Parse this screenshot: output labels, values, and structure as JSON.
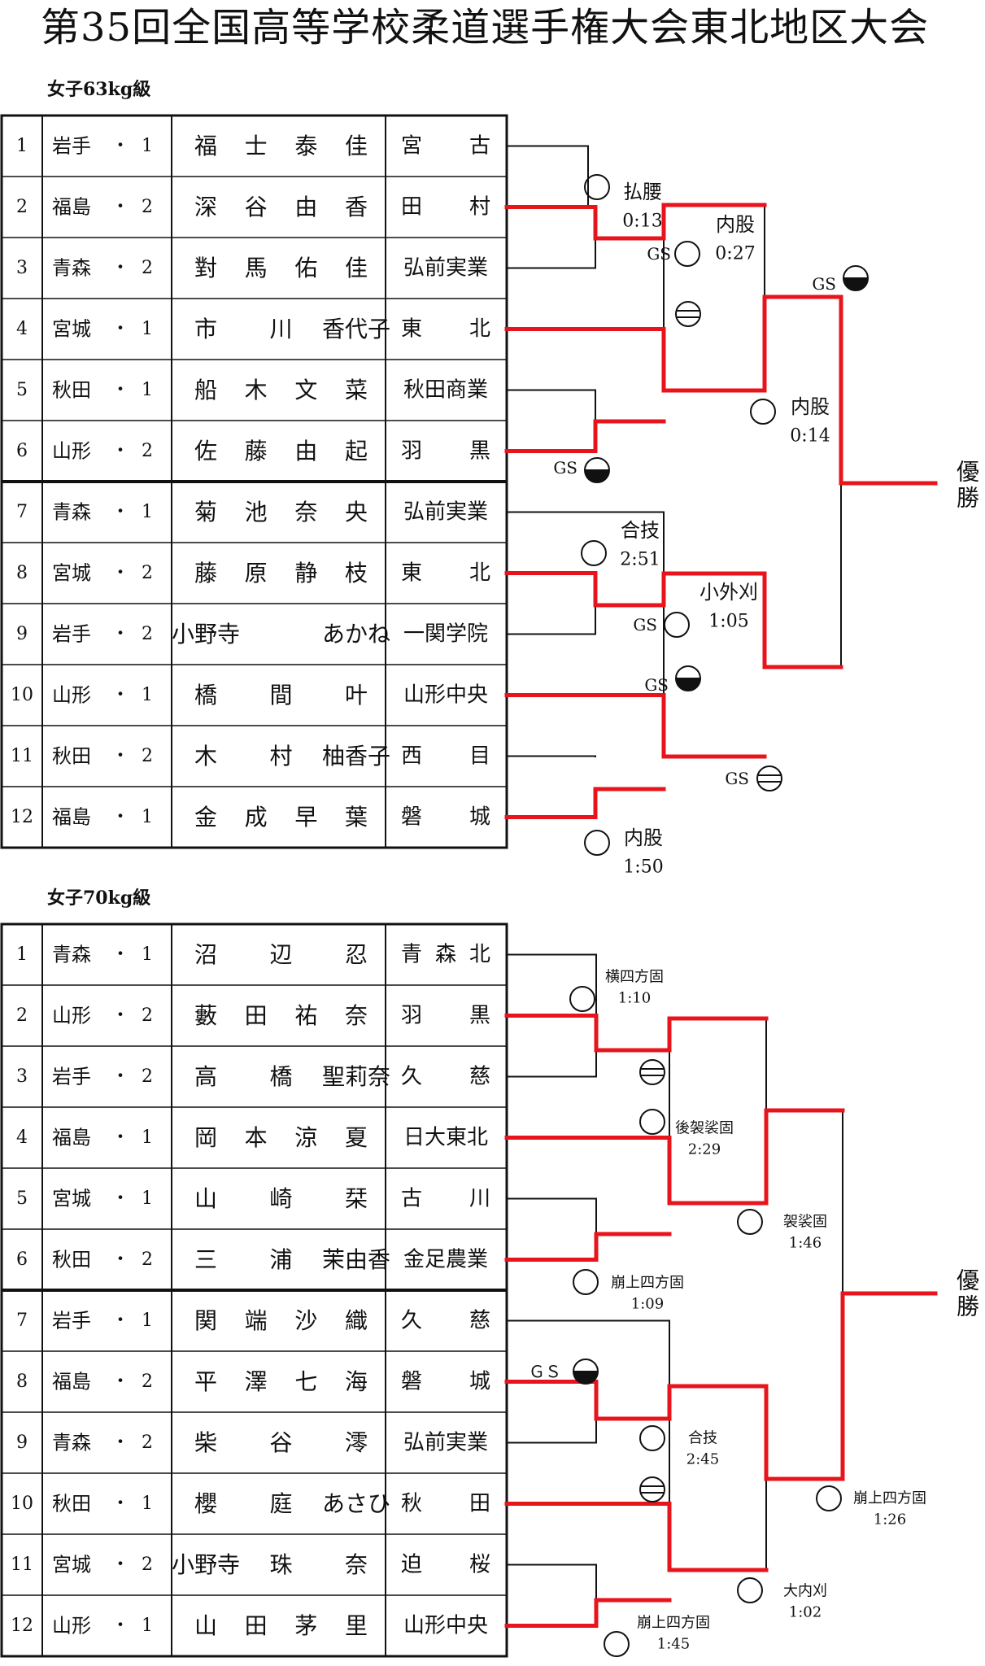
{
  "title": "第35回全国高等学校柔道選手権大会東北地区大会",
  "winner_label": "優\n勝",
  "sections": [
    {
      "label": "女子63kg級",
      "entries": [
        {
          "no": "1",
          "pref": "岩手",
          "grade": "1",
          "name": [
            "福",
            "士",
            "泰",
            "佳"
          ],
          "school": [
            "宮",
            "古"
          ]
        },
        {
          "no": "2",
          "pref": "福島",
          "grade": "2",
          "name": [
            "深",
            "谷",
            "由",
            "香"
          ],
          "school": [
            "田",
            "村"
          ]
        },
        {
          "no": "3",
          "pref": "青森",
          "grade": "2",
          "name": [
            "對",
            "馬",
            "佑",
            "佳"
          ],
          "school": [
            "弘前実業"
          ]
        },
        {
          "no": "4",
          "pref": "宮城",
          "grade": "1",
          "name": [
            "市",
            "川",
            "香代子"
          ],
          "school": [
            "東",
            "北"
          ]
        },
        {
          "no": "5",
          "pref": "秋田",
          "grade": "1",
          "name": [
            "船",
            "木",
            "文",
            "菜"
          ],
          "school": [
            "秋田商業"
          ]
        },
        {
          "no": "6",
          "pref": "山形",
          "grade": "2",
          "name": [
            "佐",
            "藤",
            "由",
            "起"
          ],
          "school": [
            "羽",
            "黒"
          ]
        },
        {
          "no": "7",
          "pref": "青森",
          "grade": "1",
          "name": [
            "菊",
            "池",
            "奈",
            "央"
          ],
          "school": [
            "弘前実業"
          ]
        },
        {
          "no": "8",
          "pref": "宮城",
          "grade": "2",
          "name": [
            "藤",
            "原",
            "静",
            "枝"
          ],
          "school": [
            "東",
            "北"
          ]
        },
        {
          "no": "9",
          "pref": "岩手",
          "grade": "2",
          "name": [
            "小野寺",
            "あかね"
          ],
          "school": [
            "一関学院"
          ]
        },
        {
          "no": "10",
          "pref": "山形",
          "grade": "1",
          "name": [
            "橋",
            "間",
            "叶"
          ],
          "school": [
            "山形中央"
          ]
        },
        {
          "no": "11",
          "pref": "秋田",
          "grade": "2",
          "name": [
            "木",
            "村",
            "柚香子"
          ],
          "school": [
            "西",
            "目"
          ]
        },
        {
          "no": "12",
          "pref": "福島",
          "grade": "1",
          "name": [
            "金",
            "成",
            "早",
            "葉"
          ],
          "school": [
            "磐",
            "城"
          ]
        }
      ],
      "results": [
        {
          "technique": "払腰",
          "time": "0:13",
          "symbol": "circle",
          "gs": ""
        },
        {
          "technique": "内股",
          "time": "0:27",
          "symbol": "circle",
          "gs": "GS"
        },
        {
          "technique": "",
          "time": "",
          "symbol": "minus",
          "gs": ""
        },
        {
          "technique": "内股",
          "time": "0:14",
          "symbol": "circle",
          "gs": ""
        },
        {
          "technique": "",
          "time": "",
          "symbol": "half",
          "gs": "GS"
        },
        {
          "technique": "",
          "time": "",
          "symbol": "half",
          "gs": "GS"
        },
        {
          "technique": "合技",
          "time": "2:51",
          "symbol": "circle",
          "gs": ""
        },
        {
          "technique": "小外刈",
          "time": "1:05",
          "symbol": "circle",
          "gs": "GS"
        },
        {
          "technique": "",
          "time": "",
          "symbol": "half",
          "gs": "GS"
        },
        {
          "technique": "",
          "time": "",
          "symbol": "minus",
          "gs": "GS"
        },
        {
          "technique": "内股",
          "time": "1:50",
          "symbol": "circle",
          "gs": ""
        }
      ]
    },
    {
      "label": "女子70kg級",
      "entries": [
        {
          "no": "1",
          "pref": "青森",
          "grade": "1",
          "name": [
            "沼",
            "辺",
            "忍"
          ],
          "school": [
            "青",
            "森",
            "北"
          ]
        },
        {
          "no": "2",
          "pref": "山形",
          "grade": "2",
          "name": [
            "藪",
            "田",
            "祐",
            "奈"
          ],
          "school": [
            "羽",
            "黒"
          ]
        },
        {
          "no": "3",
          "pref": "岩手",
          "grade": "2",
          "name": [
            "高",
            "橋",
            "聖莉奈"
          ],
          "school": [
            "久",
            "慈"
          ]
        },
        {
          "no": "4",
          "pref": "福島",
          "grade": "1",
          "name": [
            "岡",
            "本",
            "涼",
            "夏"
          ],
          "school": [
            "日大東北"
          ]
        },
        {
          "no": "5",
          "pref": "宮城",
          "grade": "1",
          "name": [
            "山",
            "崎",
            "栞"
          ],
          "school": [
            "古",
            "川"
          ]
        },
        {
          "no": "6",
          "pref": "秋田",
          "grade": "2",
          "name": [
            "三",
            "浦",
            "茉由香"
          ],
          "school": [
            "金足農業"
          ]
        },
        {
          "no": "7",
          "pref": "岩手",
          "grade": "1",
          "name": [
            "関",
            "端",
            "沙",
            "織"
          ],
          "school": [
            "久",
            "慈"
          ]
        },
        {
          "no": "8",
          "pref": "福島",
          "grade": "2",
          "name": [
            "平",
            "澤",
            "七",
            "海"
          ],
          "school": [
            "磐",
            "城"
          ]
        },
        {
          "no": "9",
          "pref": "青森",
          "grade": "2",
          "name": [
            "柴",
            "谷",
            "澪"
          ],
          "school": [
            "弘前実業"
          ]
        },
        {
          "no": "10",
          "pref": "秋田",
          "grade": "1",
          "name": [
            "櫻",
            "庭",
            "あさひ"
          ],
          "school": [
            "秋",
            "田"
          ]
        },
        {
          "no": "11",
          "pref": "宮城",
          "grade": "2",
          "name": [
            "小野寺",
            "珠",
            "奈"
          ],
          "school": [
            "迫",
            "桜"
          ]
        },
        {
          "no": "12",
          "pref": "山形",
          "grade": "1",
          "name": [
            "山",
            "田",
            "茅",
            "里"
          ],
          "school": [
            "山形中央"
          ]
        }
      ],
      "results": [
        {
          "technique": "横四方固",
          "time": "1:10",
          "symbol": "circle",
          "gs": ""
        },
        {
          "technique": "",
          "time": "",
          "symbol": "minus",
          "gs": ""
        },
        {
          "technique": "後袈裟固",
          "time": "2:29",
          "symbol": "circle",
          "gs": ""
        },
        {
          "technique": "袈裟固",
          "time": "1:46",
          "symbol": "circle",
          "gs": ""
        },
        {
          "technique": "崩上四方固",
          "time": "1:09",
          "symbol": "circle",
          "gs": ""
        },
        {
          "technique": "",
          "time": "",
          "symbol": "half",
          "gs": "ＧＳ"
        },
        {
          "technique": "合技",
          "time": "2:45",
          "symbol": "circle",
          "gs": ""
        },
        {
          "technique": "",
          "time": "",
          "symbol": "minus",
          "gs": ""
        },
        {
          "technique": "崩上四方固",
          "time": "1:26",
          "symbol": "circle",
          "gs": ""
        },
        {
          "technique": "大内刈",
          "time": "1:02",
          "symbol": "circle",
          "gs": ""
        },
        {
          "technique": "崩上四方固",
          "time": "1:45",
          "symbol": "circle",
          "gs": ""
        }
      ]
    }
  ],
  "colors": {
    "winner_line": "#e8141c",
    "line": "#111111",
    "half_fill": "#111111"
  }
}
